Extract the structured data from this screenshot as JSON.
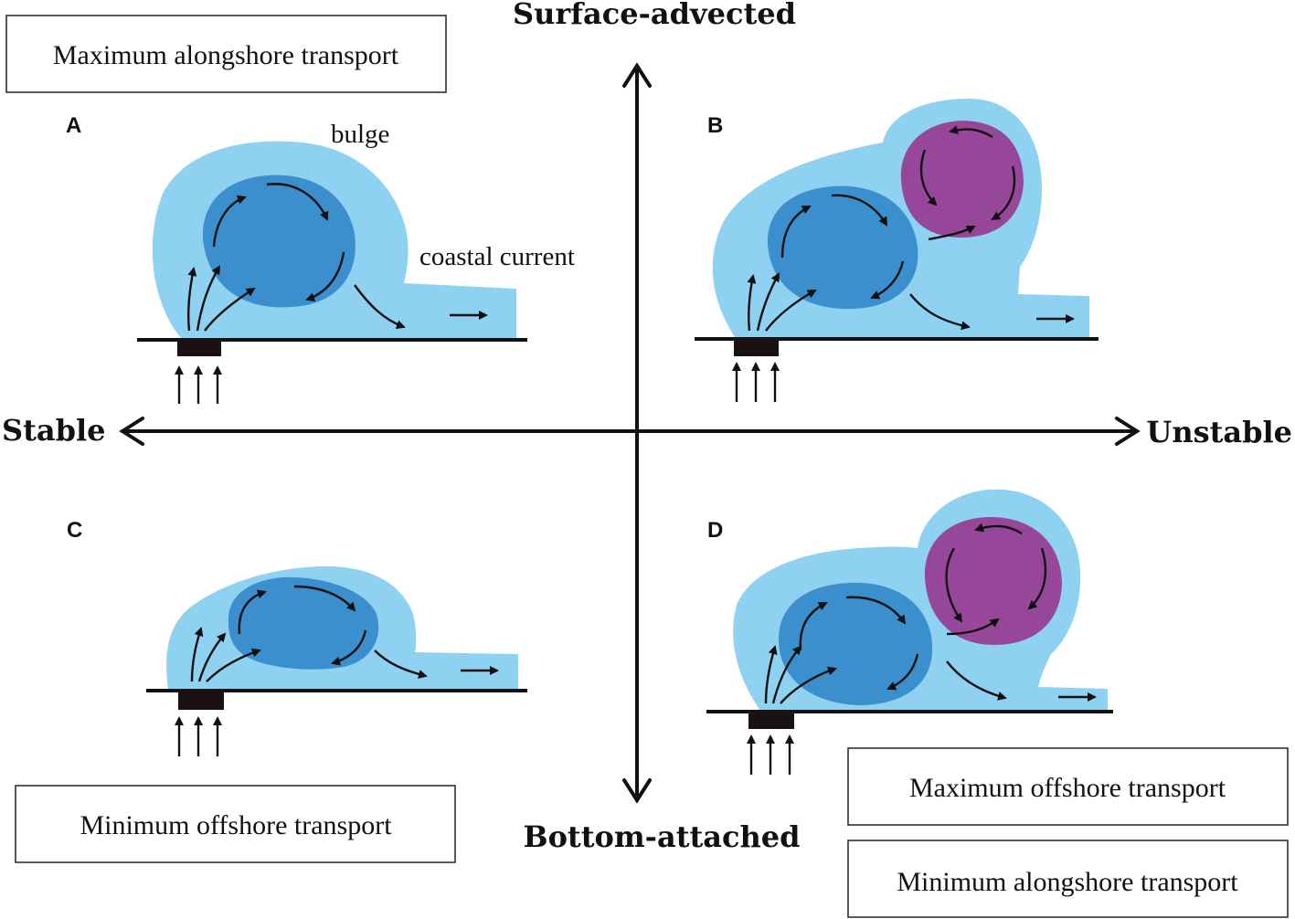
{
  "axes": {
    "top": "Surface-advected",
    "bottom": "Bottom-attached",
    "left": "Stable",
    "right": "Unstable"
  },
  "boxes": {
    "max_alongshore": "Maximum alongshore transport",
    "min_offshore": "Minimum offshore transport",
    "max_offshore": "Maximum offshore transport",
    "min_alongshore": "Minimum alongshore transport"
  },
  "panels": {
    "a": "A",
    "b": "B",
    "c": "C",
    "d": "D"
  },
  "labels": {
    "bulge": "bulge",
    "coastal_current": "coastal current"
  },
  "colors": {
    "plume": "#8fd1f1",
    "bulge": "#3a8fcc",
    "eddy": "#964799"
  }
}
